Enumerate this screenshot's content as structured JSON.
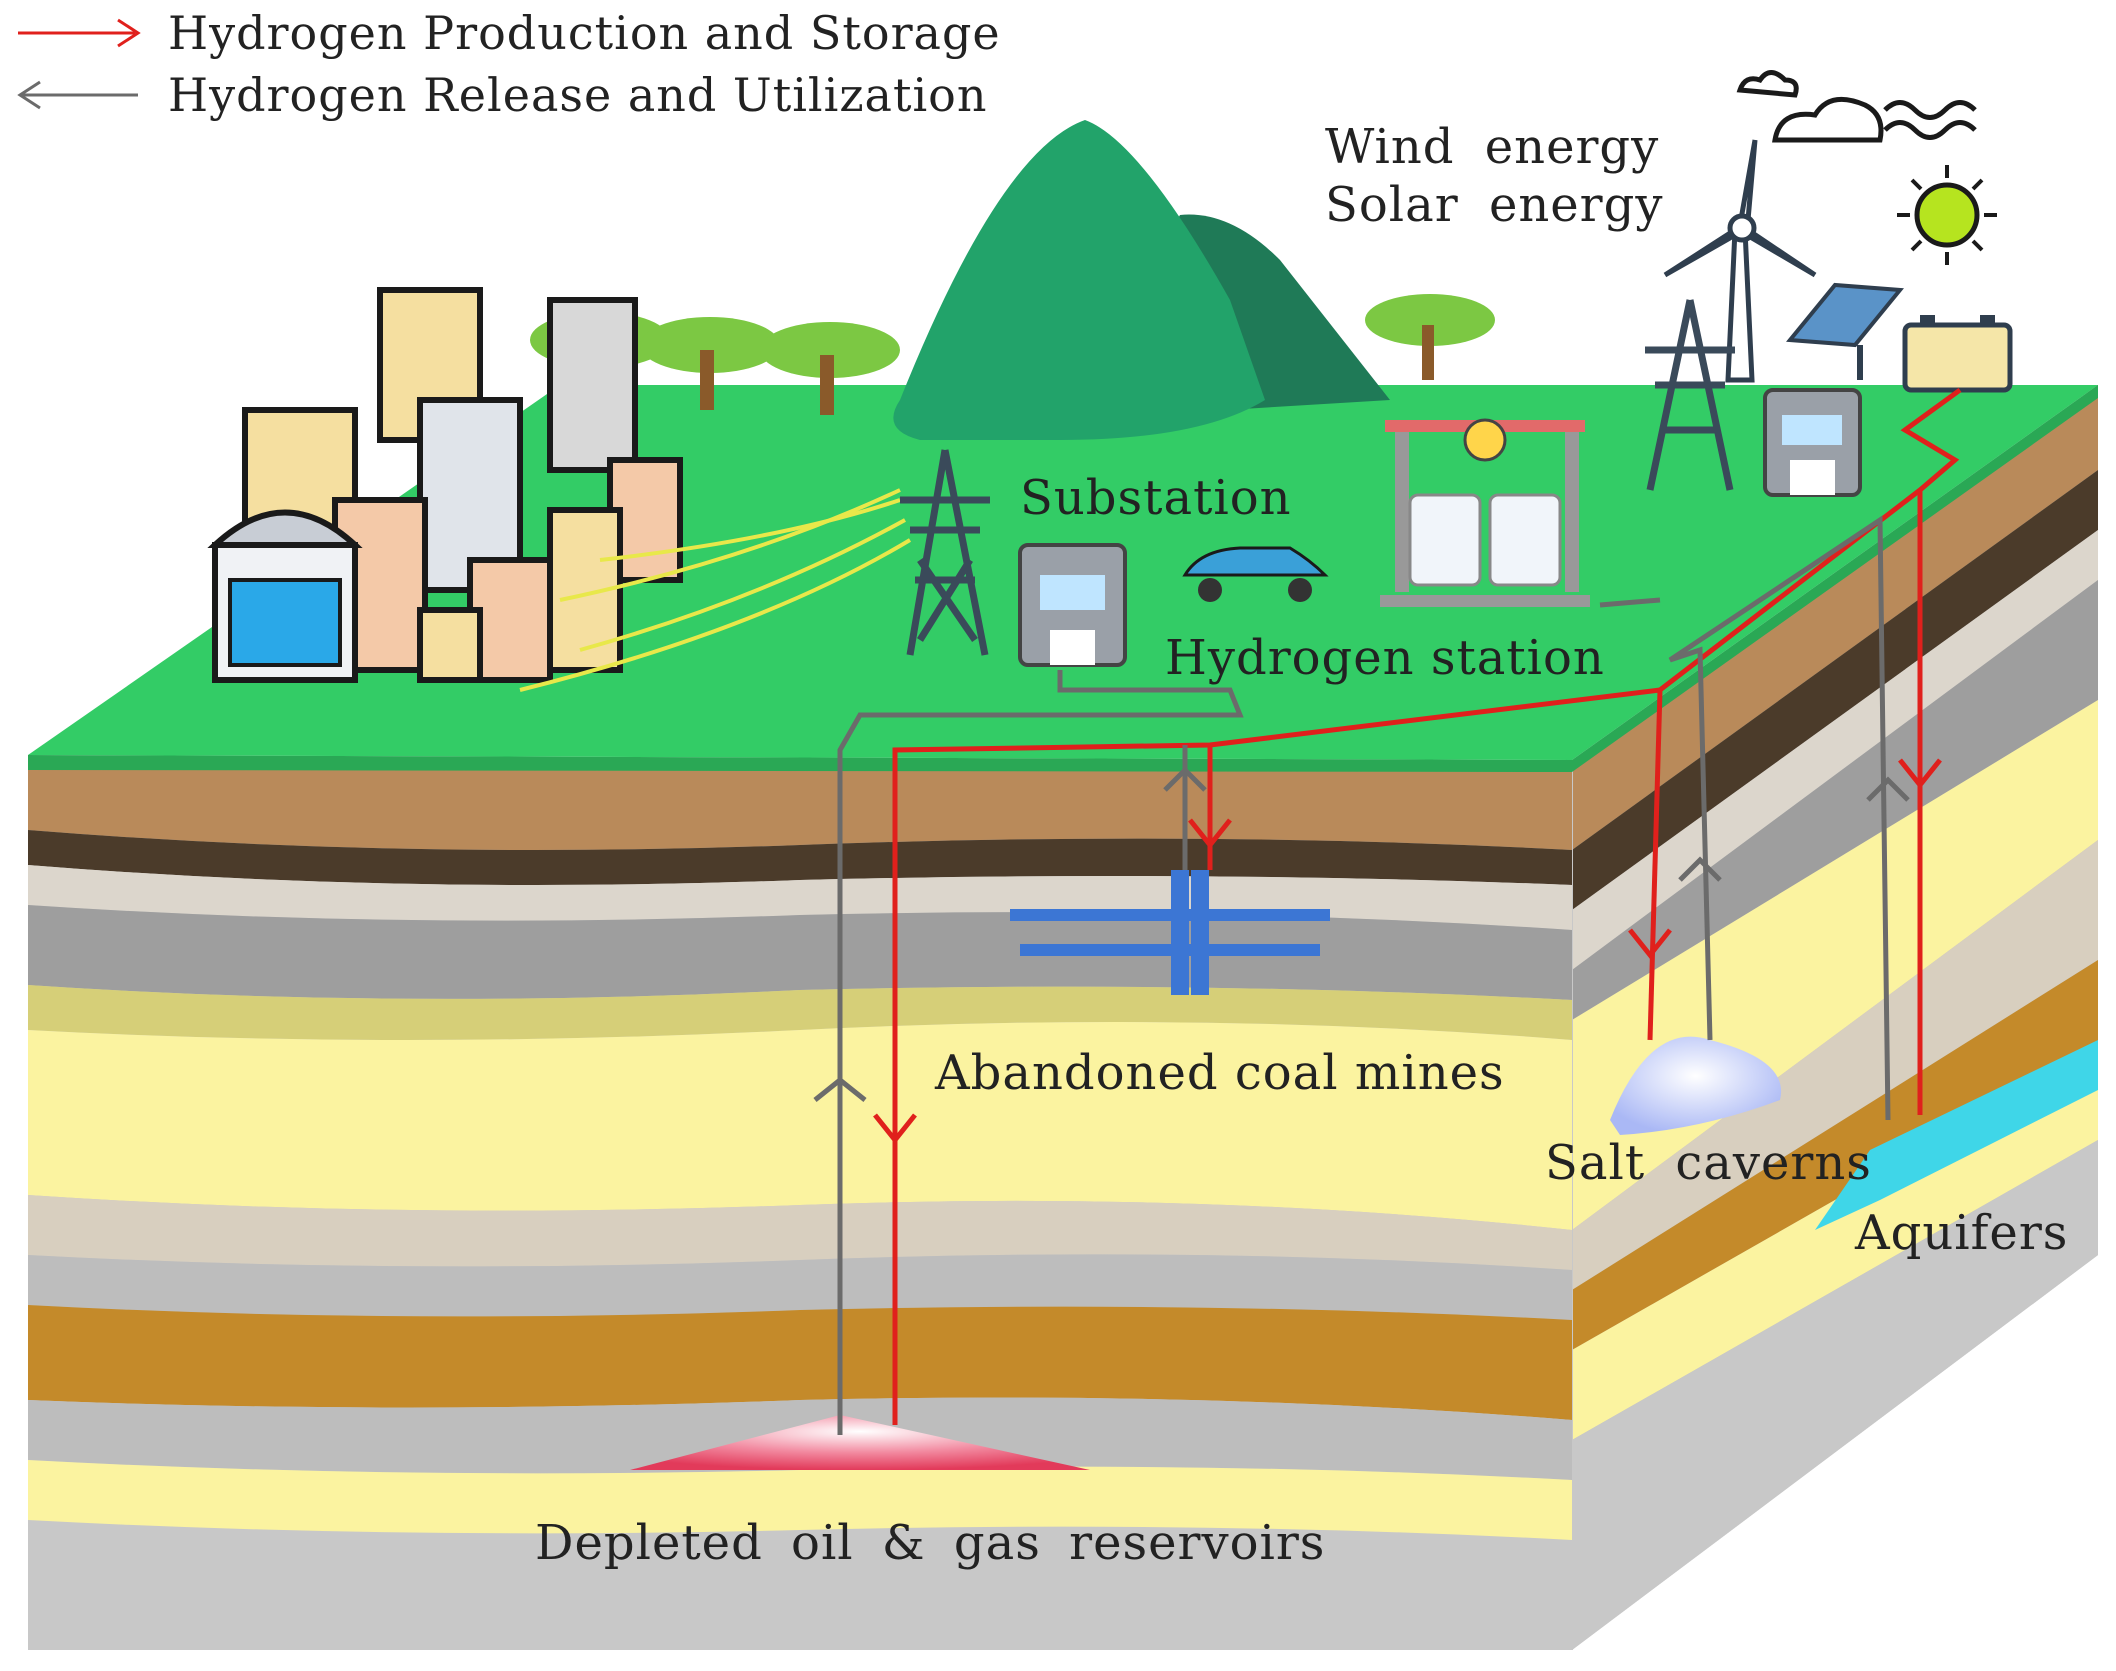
{
  "legend": {
    "production": "Hydrogen Production and Storage",
    "release": "Hydrogen Release and Utilization",
    "production_color": "#e0201c",
    "release_color": "#6b6b6b"
  },
  "labels": {
    "wind": "Wind energy",
    "solar": "Solar energy",
    "substation": "Substation",
    "hydrogen_station": "Hydrogen station",
    "coal_mines": "Abandoned coal mines",
    "salt_caverns": "Salt caverns",
    "aquifers": "Aquifers",
    "reservoirs": "Depleted oil & gas reservoirs"
  },
  "colors": {
    "ground": "#33cc66",
    "soil": "#b98a5a",
    "dark_soil": "#4b3b2a",
    "gray_layer": "#a9a9a9",
    "yellow_layer": "#fbf3a0",
    "brown_layer": "#c48a2a",
    "mountain": "#22a36a",
    "water": "#3fd6e8"
  }
}
